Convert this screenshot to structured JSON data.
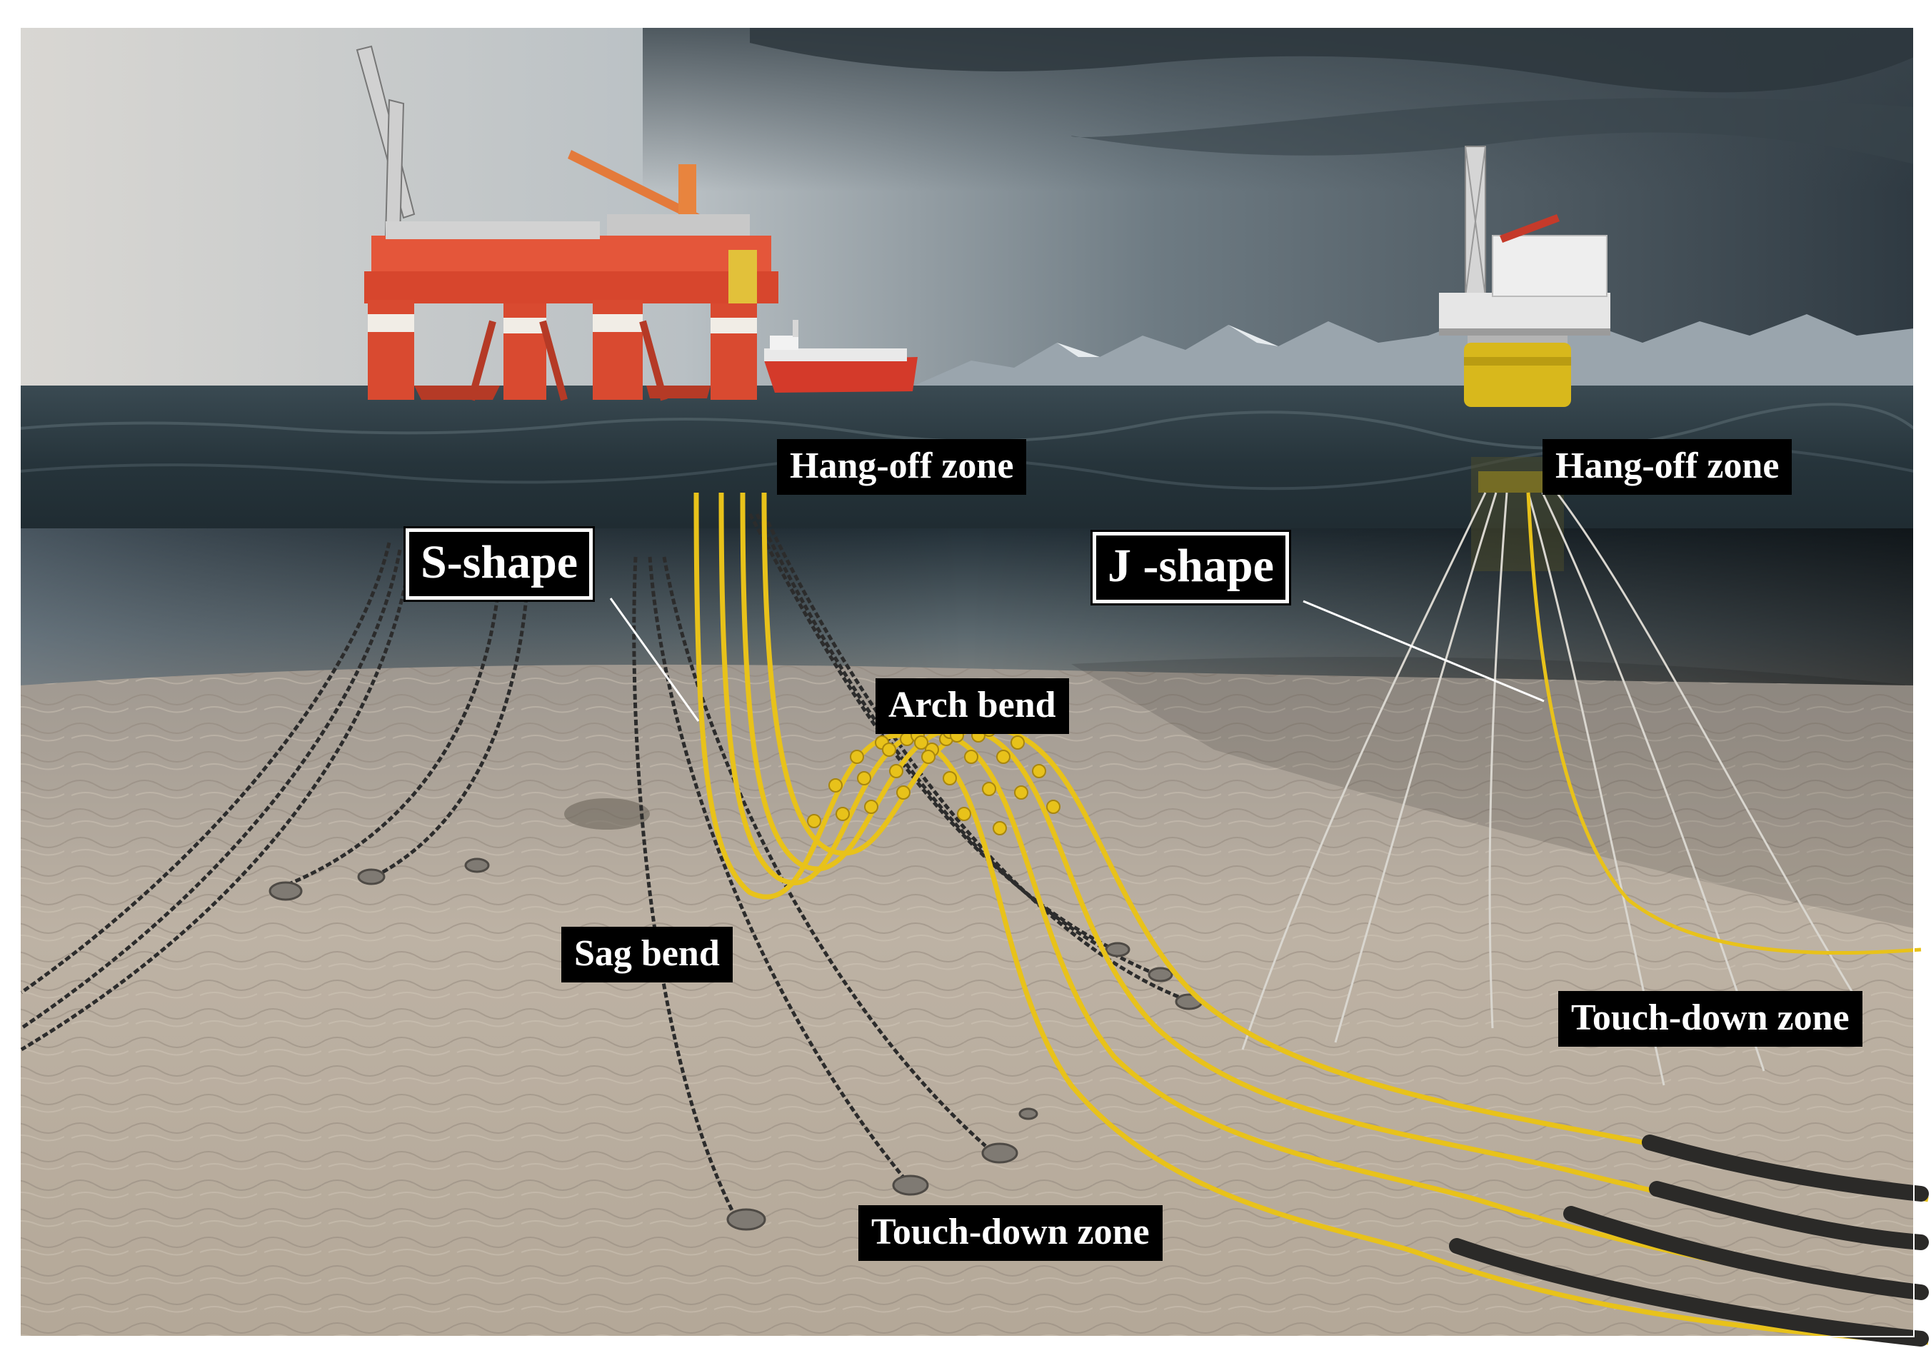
{
  "labels": {
    "hang_off_left": "Hang-off zone",
    "hang_off_right": "Hang-off zone",
    "s_shape": "S-shape",
    "j_shape": "J -shape",
    "arch_bend": "Arch bend",
    "sag_bend": "Sag bend",
    "touch_down_right": "Touch-down zone",
    "touch_down_bottom": "Touch-down zone"
  },
  "colors": {
    "riser_yellow": "#e8c21a",
    "platform_red": "#d8472a",
    "buoy_yellow": "#d8b81c",
    "seabed": "#b8ab9b",
    "water": "#2f3e46",
    "sky": "#a9b4bb"
  }
}
